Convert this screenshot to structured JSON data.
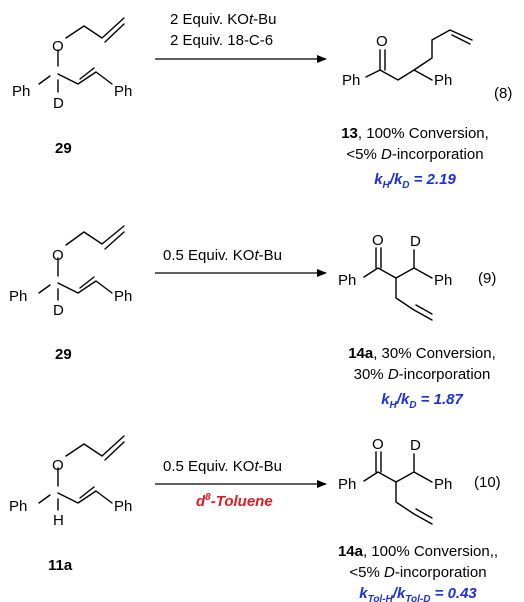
{
  "atoms": {
    "ph": "Ph",
    "o": "O",
    "d": "D",
    "h": "H"
  },
  "compounds": {
    "c29": "29",
    "c11a": "11a",
    "c13": "13",
    "c14a": "14a"
  },
  "reaction_8": {
    "number": "(8)",
    "reagent_1_pre": "2 Equiv. KO",
    "reagent_1_ital": "t",
    "reagent_1_post": "-Bu",
    "reagent_2": "2 Equiv. 18-C-6",
    "result_line_1": ", 100% Conversion,",
    "result_line_2_pre": "<5% ",
    "result_line_2_ital": "D",
    "result_line_2_post": "-incorporation",
    "kie_k1": "k",
    "kie_sub1": "H",
    "kie_sep": "/",
    "kie_k2": "k",
    "kie_sub2": "D",
    "kie_value": " = 2.19"
  },
  "reaction_9": {
    "number": "(9)",
    "reagent_1_pre": "0.5 Equiv. KO",
    "reagent_1_ital": "t",
    "reagent_1_post": "-Bu",
    "result_line_1": ", 30% Conversion,",
    "result_line_2_pre": "30% ",
    "result_line_2_ital": "D",
    "result_line_2_post": "-incorporation",
    "kie_k1": "k",
    "kie_sub1": "H",
    "kie_sep": "/",
    "kie_k2": "k",
    "kie_sub2": "D",
    "kie_value": " = 1.87"
  },
  "reaction_10": {
    "number": "(10)",
    "reagent_1_pre": "0.5 Equiv. KO",
    "reagent_1_ital": "t",
    "reagent_1_post": "-Bu",
    "solvent_pre": "d",
    "solvent_sup": "8",
    "solvent_post": "-Toluene",
    "result_line_1": ", 100% Conversion,,",
    "result_line_2_pre": "<5% ",
    "result_line_2_ital": "D",
    "result_line_2_post": "-incorporation",
    "kie_k1": "k",
    "kie_sub1": "Tol-H",
    "kie_sep": "/",
    "kie_k2": "k",
    "kie_sub2": "Tol-D",
    "kie_value": " = 0.43"
  }
}
